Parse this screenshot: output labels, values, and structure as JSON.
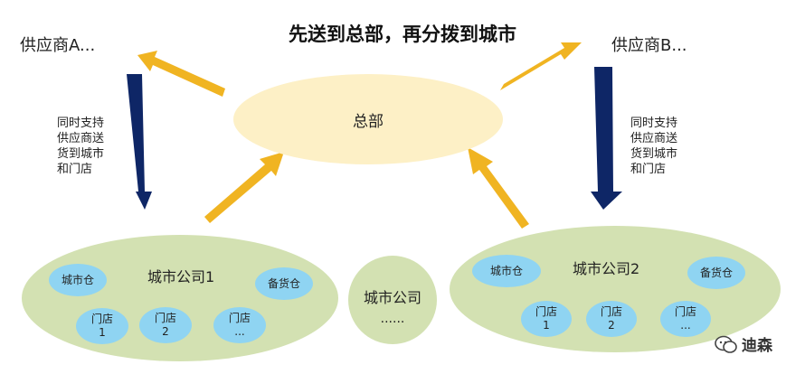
{
  "title": "先送到总部，再分拨到城市",
  "supplier_a": "供应商A...",
  "supplier_b": "供应商B...",
  "note_left": [
    "同时支持",
    "供应商送",
    "货到城市",
    "和门店"
  ],
  "note_right": [
    "同时支持",
    "供应商送",
    "货到城市",
    "和门店"
  ],
  "hq": "总部",
  "city1": {
    "label": "城市公司1",
    "warehouse": "城市仓",
    "reserve": "备货仓",
    "stores": [
      {
        "name": "门店",
        "num": "1"
      },
      {
        "name": "门店",
        "num": "2"
      },
      {
        "name": "门店",
        "num": "..."
      }
    ]
  },
  "city_mid": {
    "label": "城市公司",
    "dots": "......"
  },
  "city2": {
    "label": "城市公司2",
    "warehouse": "城市仓",
    "reserve": "备货仓",
    "stores": [
      {
        "name": "门店",
        "num": "1"
      },
      {
        "name": "门店",
        "num": "2"
      },
      {
        "name": "门店",
        "num": "..."
      }
    ]
  },
  "watermark": "迪森",
  "colors": {
    "yellow_arrow": "#f0b422",
    "navy_arrow": "#0e2666",
    "hq_fill": "#fdf0c6",
    "city_fill": "#d3e1b2",
    "node_fill": "#8fd4f2"
  }
}
